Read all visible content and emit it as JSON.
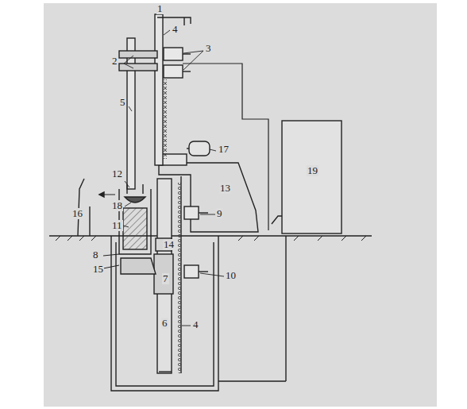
{
  "diagram": {
    "labels": [
      "1",
      "4",
      "2",
      "3",
      "5",
      "17",
      "12",
      "18",
      "11",
      "13",
      "9",
      "8",
      "15",
      "14",
      "7",
      "10",
      "6",
      "4",
      "16",
      "19"
    ]
  }
}
